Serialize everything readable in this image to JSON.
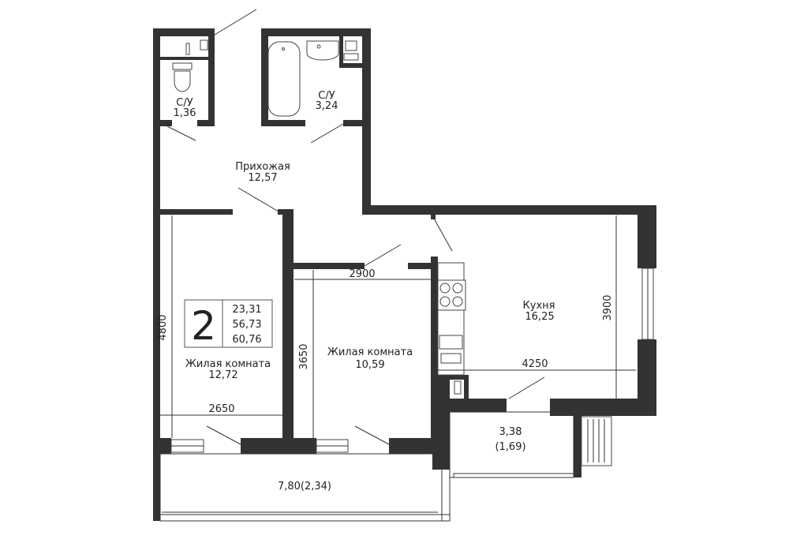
{
  "rooms": {
    "wc_small": {
      "label": "С/У",
      "area": "1,36"
    },
    "bathroom": {
      "label": "С/У",
      "area": "3,24"
    },
    "hallway": {
      "label": "Прихожая",
      "area": "12,57"
    },
    "bedroom1": {
      "label": "Жилая комната",
      "area": "12,72"
    },
    "bedroom2": {
      "label": "Жилая комната",
      "area": "10,59"
    },
    "kitchen": {
      "label": "Кухня",
      "area": "16,25"
    },
    "balcony_small": {
      "area": "3,38",
      "area_reduced": "(1,69)"
    },
    "balcony_large": {
      "area": "7,80(2,34)"
    }
  },
  "dimensions": {
    "bedroom1_height": "4800",
    "bedroom1_width": "2650",
    "bedroom2_width": "2900",
    "bedroom2_height": "3650",
    "kitchen_width": "4250",
    "kitchen_height": "3900"
  },
  "summary": {
    "rooms_count": "2",
    "living_area": "23,31",
    "total_area": "56,73",
    "total_with_balconies": "60,76"
  },
  "colors": {
    "wall": "#333333",
    "background": "#ffffff"
  }
}
